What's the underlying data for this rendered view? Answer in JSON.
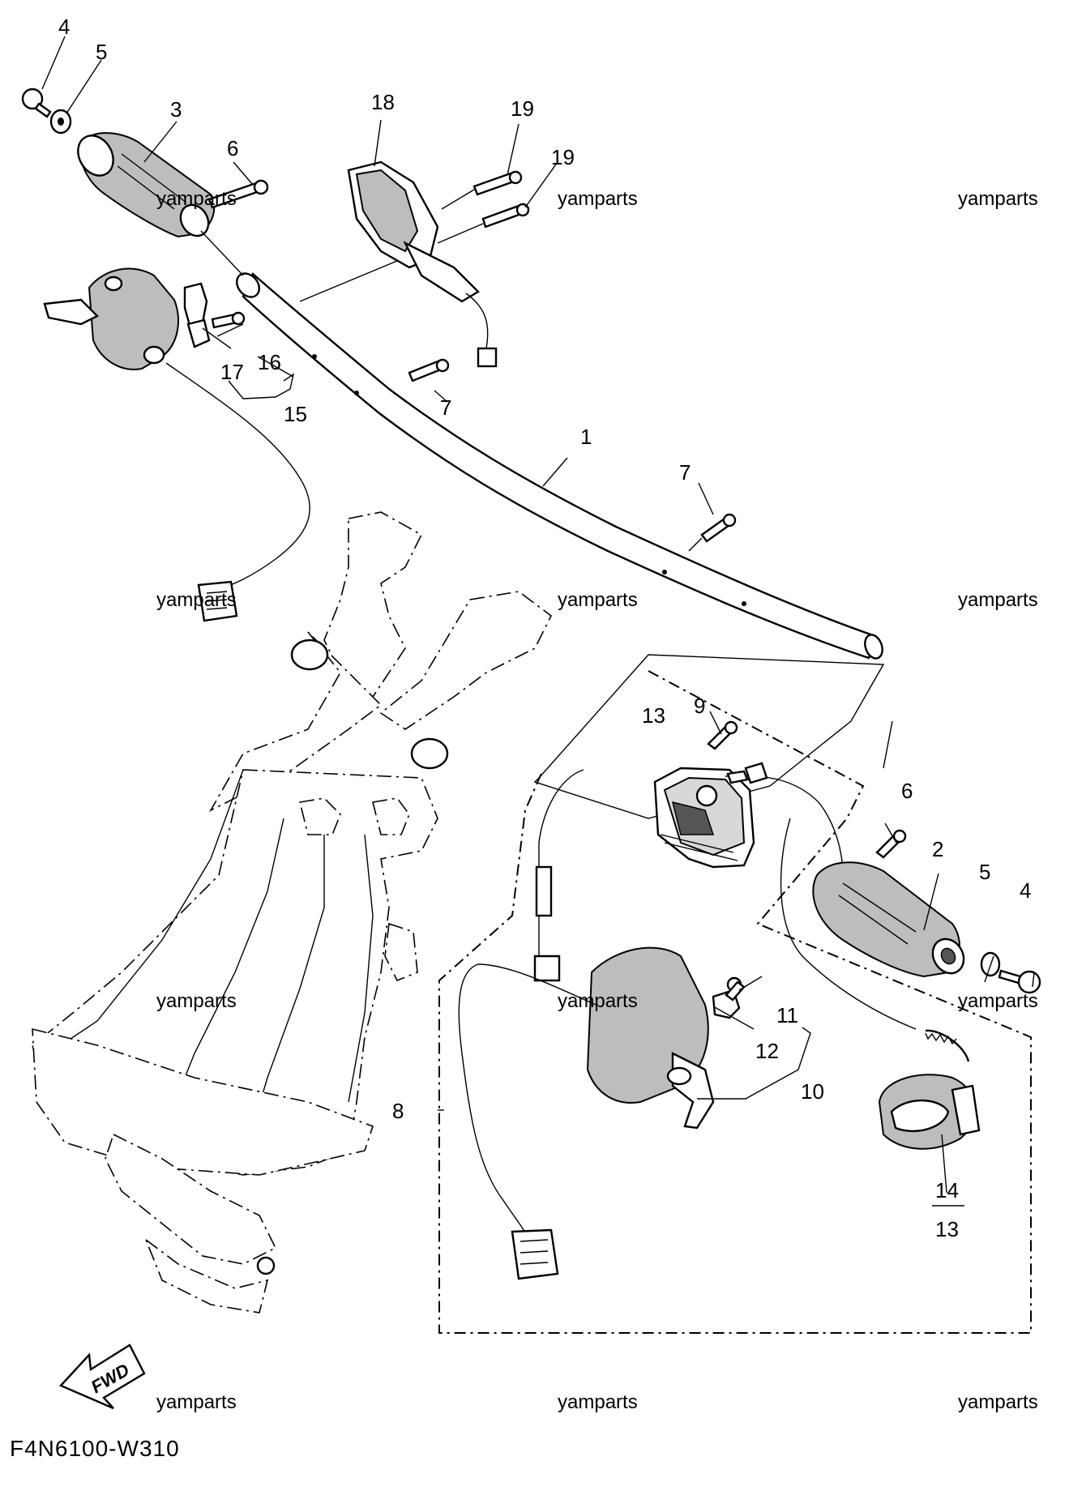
{
  "diagram_code": "F4N6100-W310",
  "direction_label": "FWD",
  "watermark": "yamparts",
  "callouts": {
    "n1": "1",
    "n2": "2",
    "n3": "3",
    "n4a": "4",
    "n4b": "4",
    "n5a": "5",
    "n5b": "5",
    "n6a": "6",
    "n6b": "6",
    "n7a": "7",
    "n7b": "7",
    "n8": "8",
    "n9": "9",
    "n10": "10",
    "n11": "11",
    "n12": "12",
    "n13a": "13",
    "n13b": "13",
    "n14": "14",
    "n15": "15",
    "n16": "16",
    "n17": "17",
    "n18": "18",
    "n19a": "19",
    "n19b": "19"
  }
}
